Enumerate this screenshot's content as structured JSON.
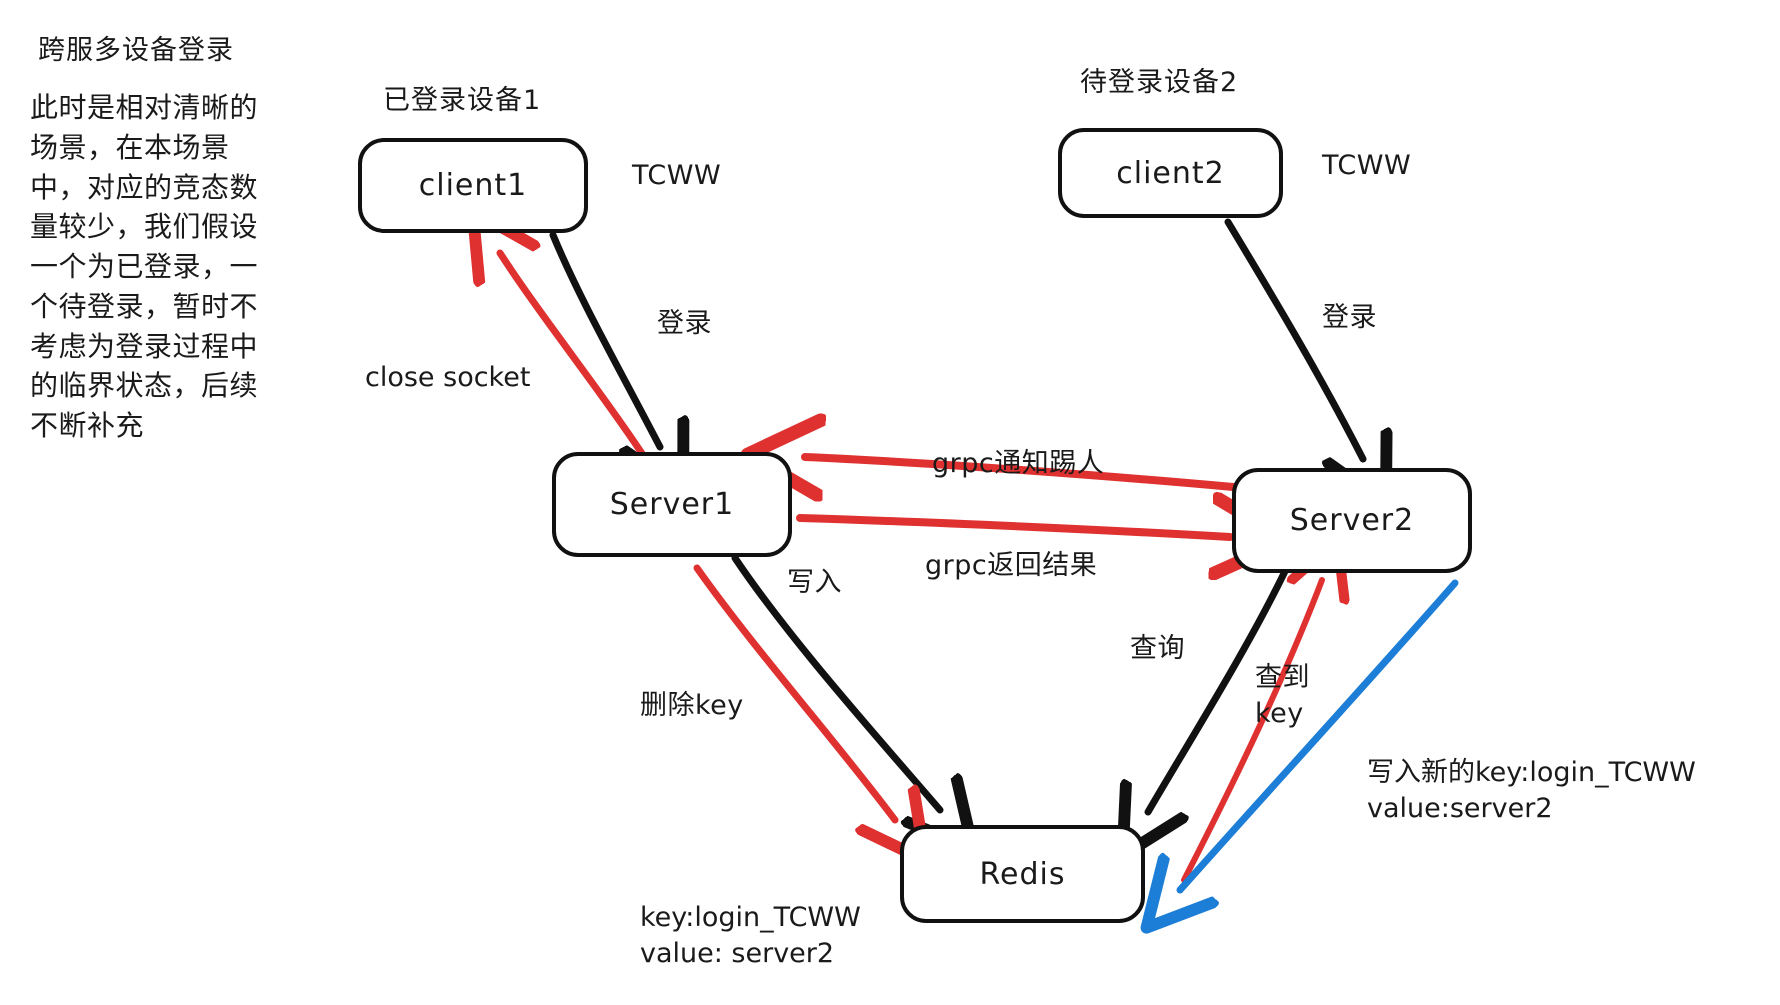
{
  "diagram": {
    "title": "跨服多设备登录",
    "description": "此时是相对清晰的场景，在本场景中，对应的竞态数量较少，我们假设一个为已登录，一个待登录，暂时不考虑为登录过程中的临界状态，后续不断补充",
    "colors": {
      "black": "#111111",
      "red": "#e03131",
      "blue": "#1c7ed6",
      "background": "#ffffff"
    },
    "captions": {
      "device1": "已登录设备1",
      "device2": "待登录设备2"
    },
    "nodes": [
      {
        "id": "client1",
        "label": "client1"
      },
      {
        "id": "client2",
        "label": "client2"
      },
      {
        "id": "server1",
        "label": "Server1"
      },
      {
        "id": "server2",
        "label": "Server2"
      },
      {
        "id": "redis",
        "label": "Redis"
      }
    ],
    "edge_labels": {
      "tcww_left": "TCWW",
      "tcww_right": "TCWW",
      "login_left": "登录",
      "login_right": "登录",
      "close_socket": "close socket",
      "grpc_notify_kick": "grpc通知踢人",
      "grpc_return_result": "grpc返回结果",
      "write": "写入",
      "delete_key": "删除key",
      "query": "查询",
      "found_key": "查到\nkey",
      "redis_value": "key:login_TCWW\nvalue: server2",
      "write_new_key": "写入新的key:login_TCWW\nvalue:server2"
    }
  }
}
